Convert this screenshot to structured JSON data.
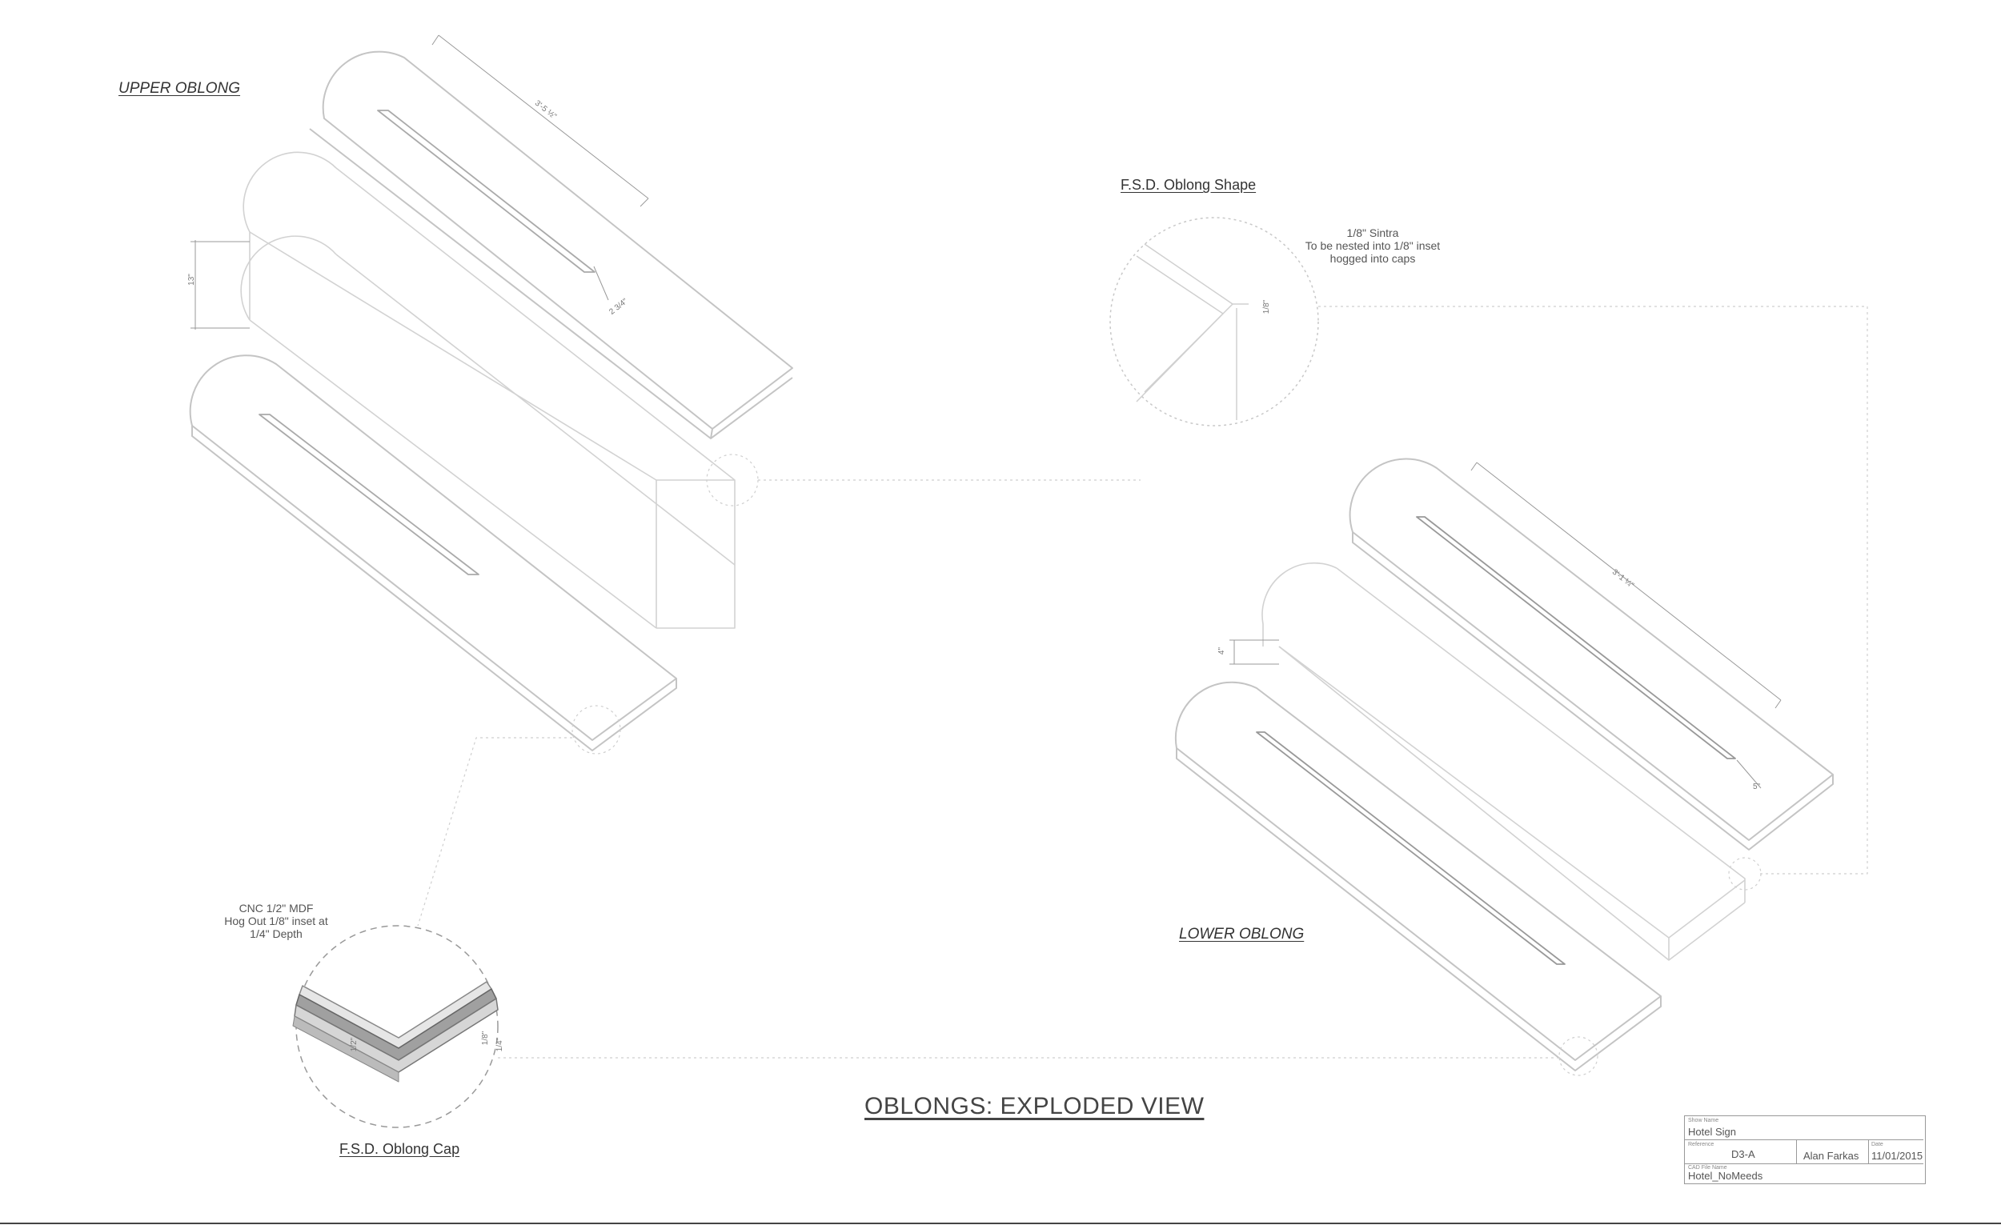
{
  "drawing": {
    "title": "OBLONGS: EXPLODED VIEW",
    "labels": {
      "upper": "UPPER OBLONG",
      "lower": "LOWER OBLONG",
      "shape_detail": "F.S.D. Oblong Shape",
      "cap_detail": "F.S.D. Oblong Cap"
    },
    "notes": {
      "sintra": "1/8\" Sintra\nTo be nested into 1/8\" inset\nhogged into caps",
      "mdf": "CNC 1/2\" MDF\nHog Out 1/8\" inset at\n1/4\" Depth"
    },
    "dimensions": {
      "upper_length": "3'-5 ½\"",
      "upper_height": "13\"",
      "upper_slot": "2 3/4\"",
      "lower_length": "3'-1 ¼\"",
      "lower_height": "4\"",
      "lower_slot": "5\"",
      "shape_thickness": "1/8\"",
      "cap_total": "1/2\"",
      "cap_inset": "1/8\"",
      "cap_depth": "1/4\""
    }
  },
  "title_block": {
    "show_name_caption": "Show Name",
    "show_name": "Hotel Sign",
    "reference_caption": "Reference",
    "reference": "D3-A",
    "author": "Alan Farkas",
    "date_caption": "Date",
    "date": "11/01/2015",
    "cad_caption": "CAD File Name",
    "cad_file": "Hotel_NoMeeds"
  },
  "colors": {
    "line": "#bdbdbd",
    "dark_line": "#8a8a8a",
    "text": "#444444"
  }
}
